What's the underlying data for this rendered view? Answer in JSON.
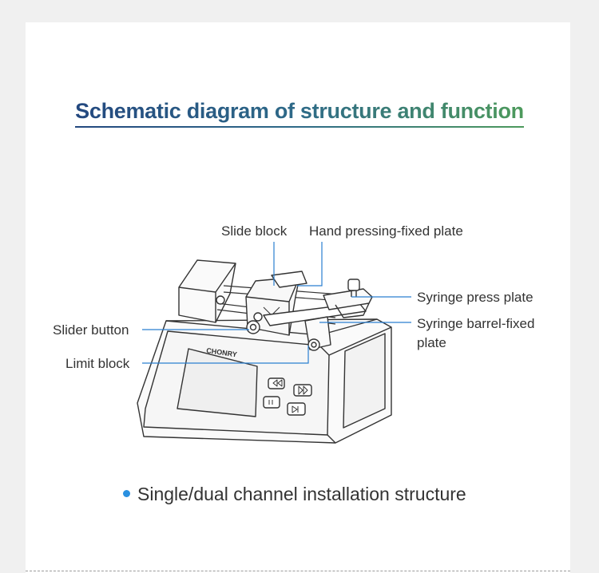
{
  "title": "Schematic diagram of structure and function",
  "labels": {
    "slide_block": "Slide block",
    "hand_plate": "Hand pressing-fixed plate",
    "syringe_press": "Syringe press plate",
    "barrel_line1": "Syringe barrel-fixed",
    "barrel_line2": "plate",
    "slider_button": "Slider button",
    "limit_block": "Limit block"
  },
  "device_brand": "CHONRY",
  "caption": "Single/dual channel installation structure",
  "colors": {
    "accent_blue": "#2a90e0",
    "leader_blue": "#2a7fd0",
    "title_start": "#23487f",
    "title_end": "#4d9a5c"
  }
}
